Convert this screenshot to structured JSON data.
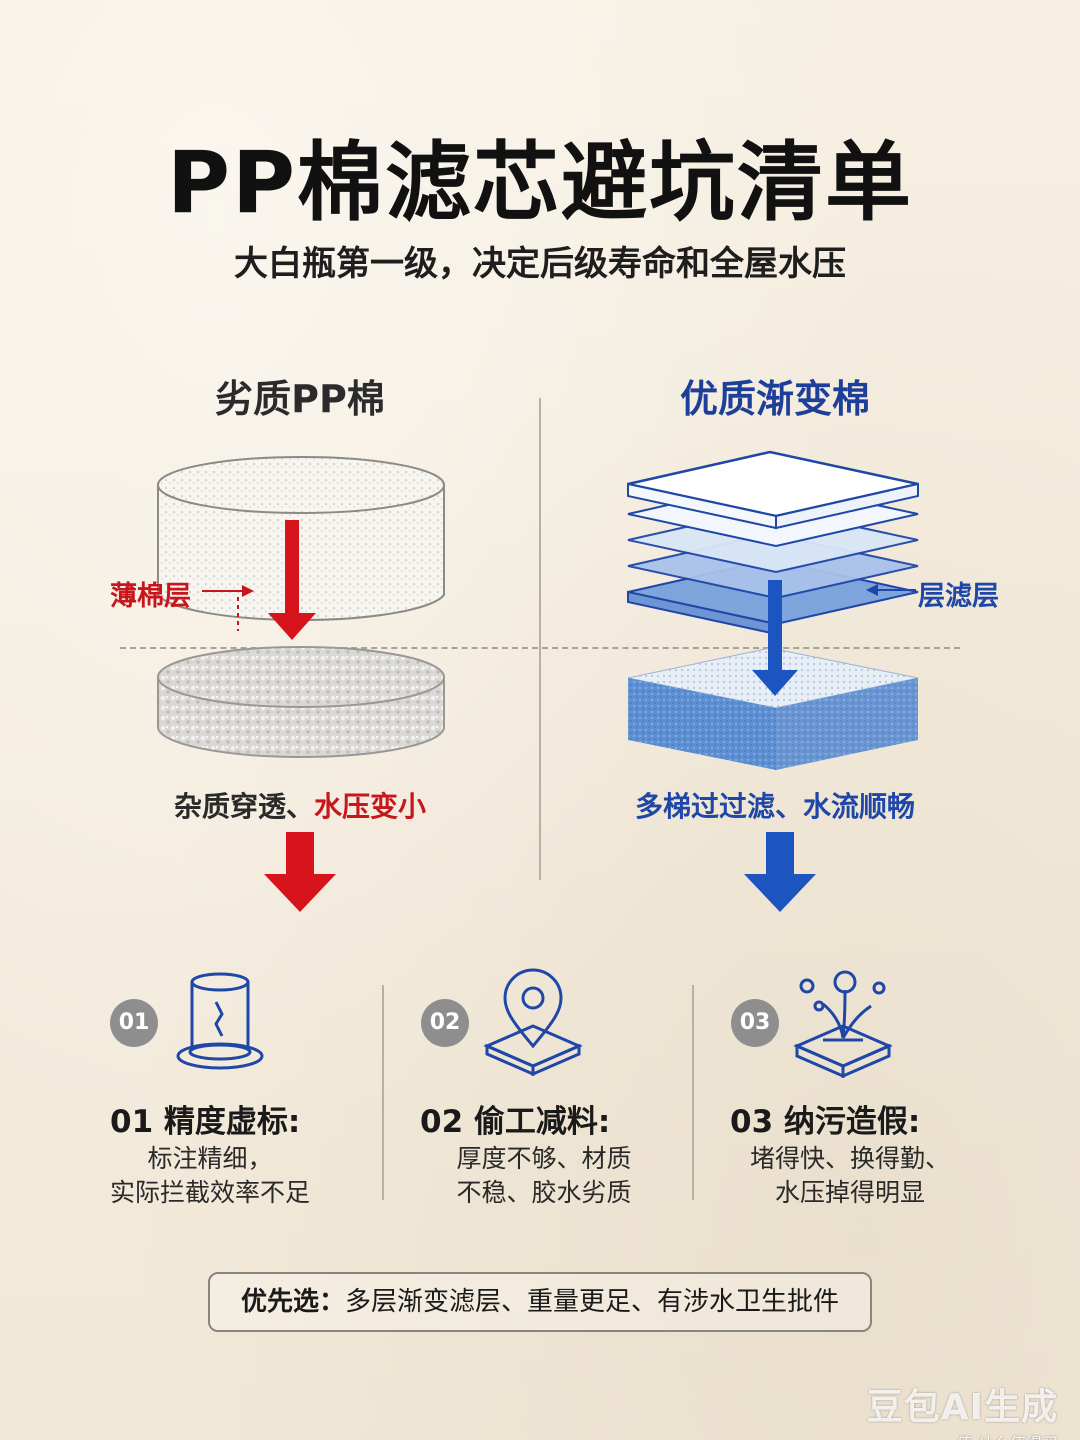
{
  "title": "PP棉滤芯避坑清单",
  "subtitle": "大白瓶第一级，决定后级寿命和全屋水压",
  "left_column": {
    "heading": "劣质PP棉",
    "label": "薄棉层",
    "caption_plain": "杂质穿透、",
    "caption_highlight": "水压变小",
    "accent_color": "#c8161d"
  },
  "right_column": {
    "heading": "优质渐变棉",
    "label": "层滤层",
    "caption": "多梯过过滤、水流顺畅",
    "accent_color": "#1f47a8"
  },
  "features": [
    {
      "num": "01",
      "title": "01 精度虚标:",
      "desc1": "标注精细，",
      "desc2": "实际拦截效率不足",
      "icon": "filter-cup-icon"
    },
    {
      "num": "02",
      "title": "02 偷工减料:",
      "desc1": "厚度不够、材质",
      "desc2": "不稳、胶水劣质",
      "icon": "location-pin-icon"
    },
    {
      "num": "03",
      "title": "03 纳污造假:",
      "desc1": "堵得快、换得勤、",
      "desc2": "水压掉得明显",
      "icon": "splash-block-icon"
    }
  ],
  "bottom": {
    "lead": "优先选：",
    "text": "多层渐变滤层、重量更足、有涉水卫生批件"
  },
  "watermark": {
    "main": "豆包AI生成",
    "sub": "值 什么值得买"
  }
}
